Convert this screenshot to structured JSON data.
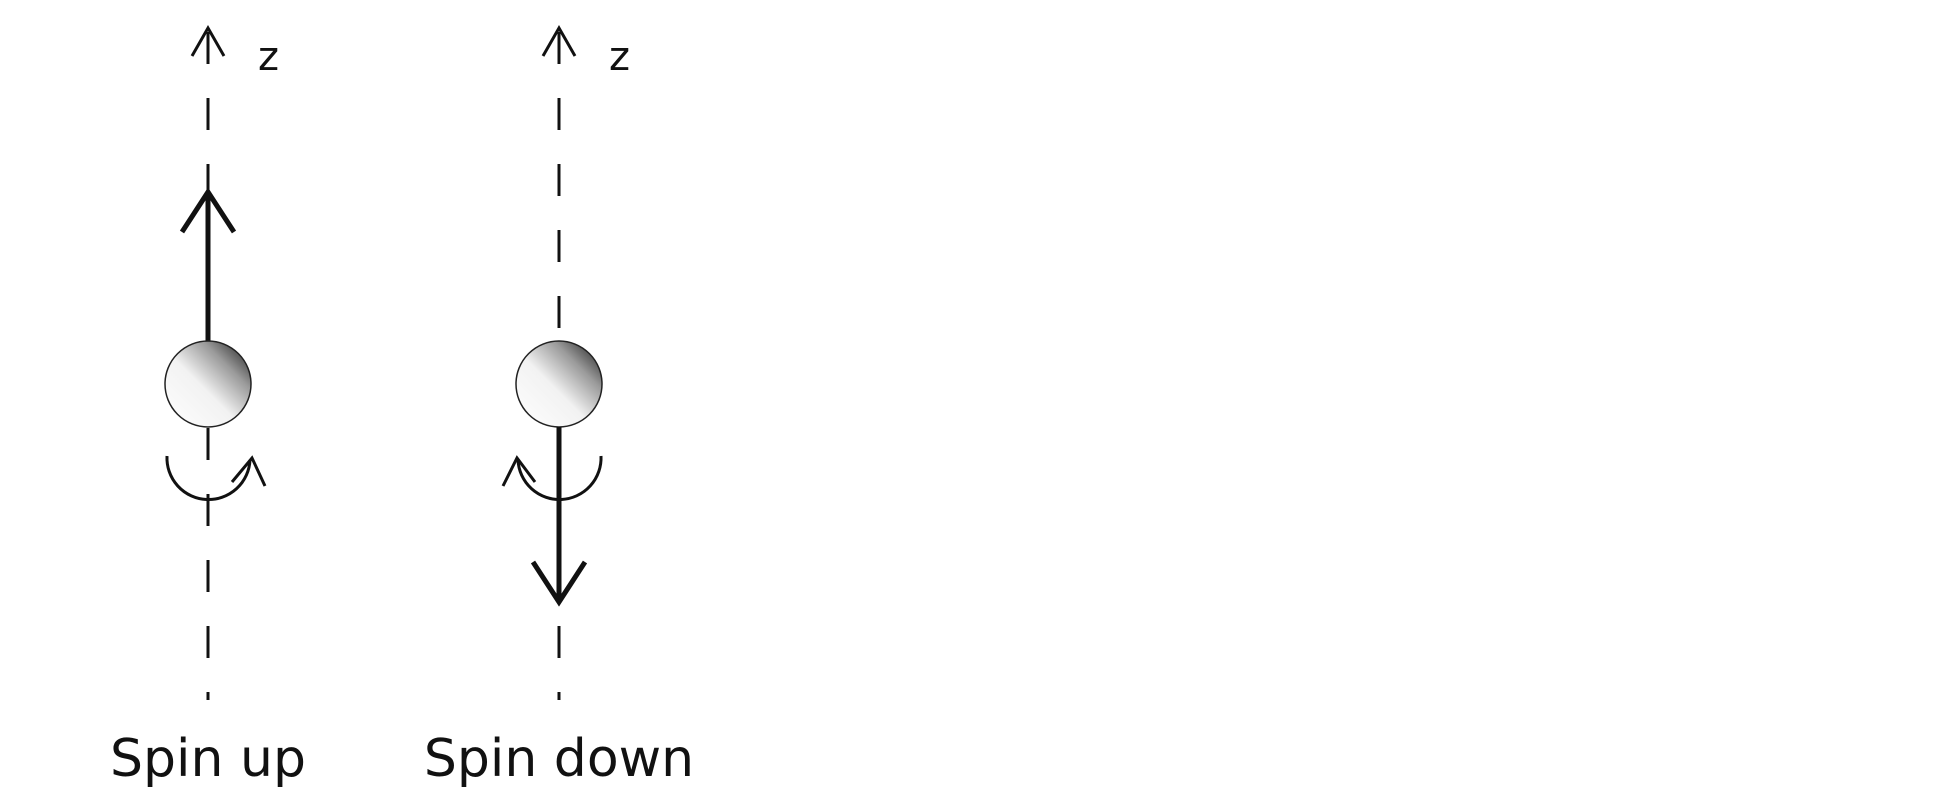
{
  "colors": {
    "stroke": "#111111",
    "sphere_light": "#ffffff",
    "sphere_dark": "#111111",
    "background": "#ffffff"
  },
  "panels": [
    {
      "axis_label": "z",
      "caption": "Spin up",
      "spin_direction": "up",
      "rotation_sense": "counterclockwise"
    },
    {
      "axis_label": "z",
      "caption": "Spin down",
      "spin_direction": "down",
      "rotation_sense": "clockwise"
    }
  ]
}
